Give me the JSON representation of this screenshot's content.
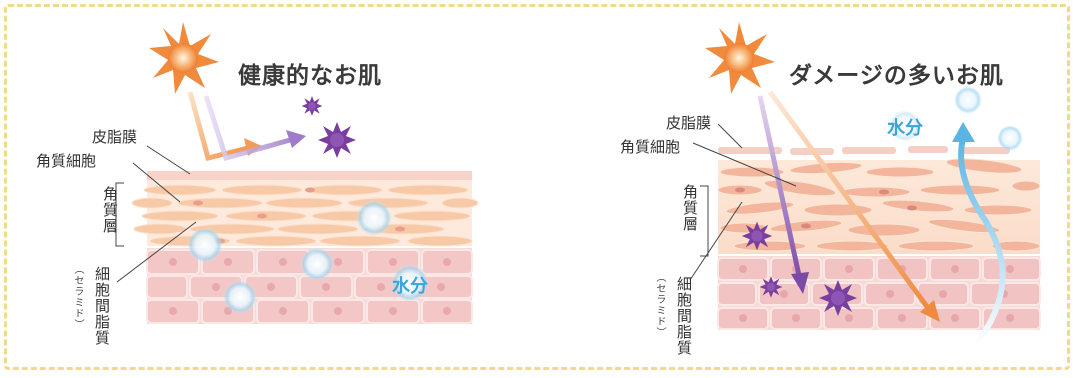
{
  "left_panel": {
    "title": "健康的なお肌",
    "labels": {
      "sebum": "皮脂膜",
      "corneocyte": "角質細胞",
      "stratum_corneum": "角質層",
      "intercellular_lipid": "細胞間脂質",
      "ceramide": "（セラミド）",
      "water": "水分"
    }
  },
  "right_panel": {
    "title": "ダメージの多いお肌",
    "labels": {
      "sebum": "皮脂膜",
      "corneocyte": "角質細胞",
      "stratum_corneum": "角質層",
      "intercellular_lipid": "細胞間脂質",
      "ceramide": "（セラミド）",
      "water": "水分"
    }
  },
  "colors": {
    "frame_dash": "#f3d98a",
    "sun": "#f08a3c",
    "skin_cell": "#f7c7a6",
    "lower_cell": "#f2c2c0",
    "allergen": "#7a3f9e",
    "water_text": "#3aa5d8",
    "arrow_orange": "#f29a58",
    "arrow_purple": "#a07cc8"
  },
  "icons": [
    "sun-icon",
    "allergen-icon",
    "water-droplet-icon"
  ]
}
